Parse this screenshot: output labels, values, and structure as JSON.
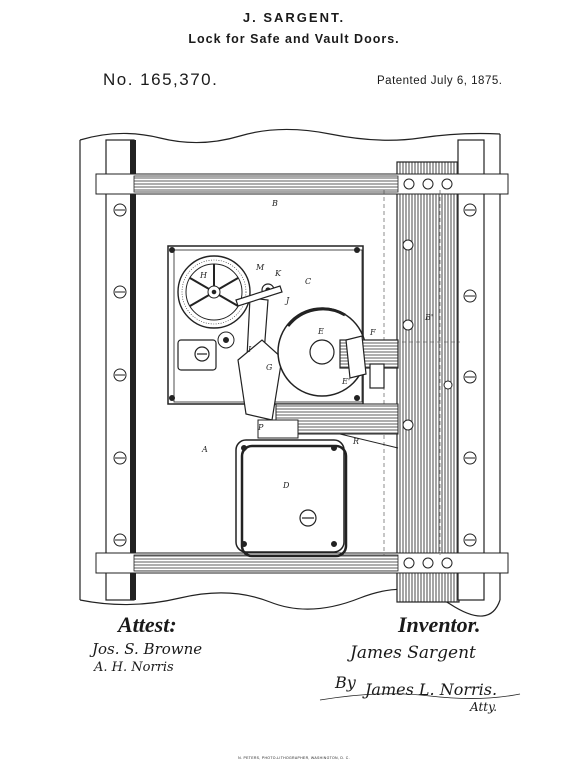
{
  "header": {
    "inventor_name": "J. SARGENT.",
    "title": "Lock for Safe and Vault Doors.",
    "patent_number": "No. 165,370.",
    "patent_date": "Patented July 6, 1875."
  },
  "figure": {
    "labels": [
      "B",
      "C",
      "K",
      "M",
      "H",
      "J",
      "I",
      "G",
      "E",
      "F",
      "E'",
      "B'",
      "P",
      "R",
      "A",
      "D"
    ]
  },
  "footer": {
    "attest_heading": "Attest:",
    "witnesses": [
      "Jos. S. Browne",
      "A. H. Norris"
    ],
    "inventor_heading": "Inventor.",
    "inventor_signature": "James Sargent",
    "by": "By",
    "attorney_signature": "James L. Norris.",
    "attorney_label": "Atty.",
    "lithographer": "N. PETERS, PHOTO-LITHOGRAPHER, WASHINGTON, D. C."
  }
}
